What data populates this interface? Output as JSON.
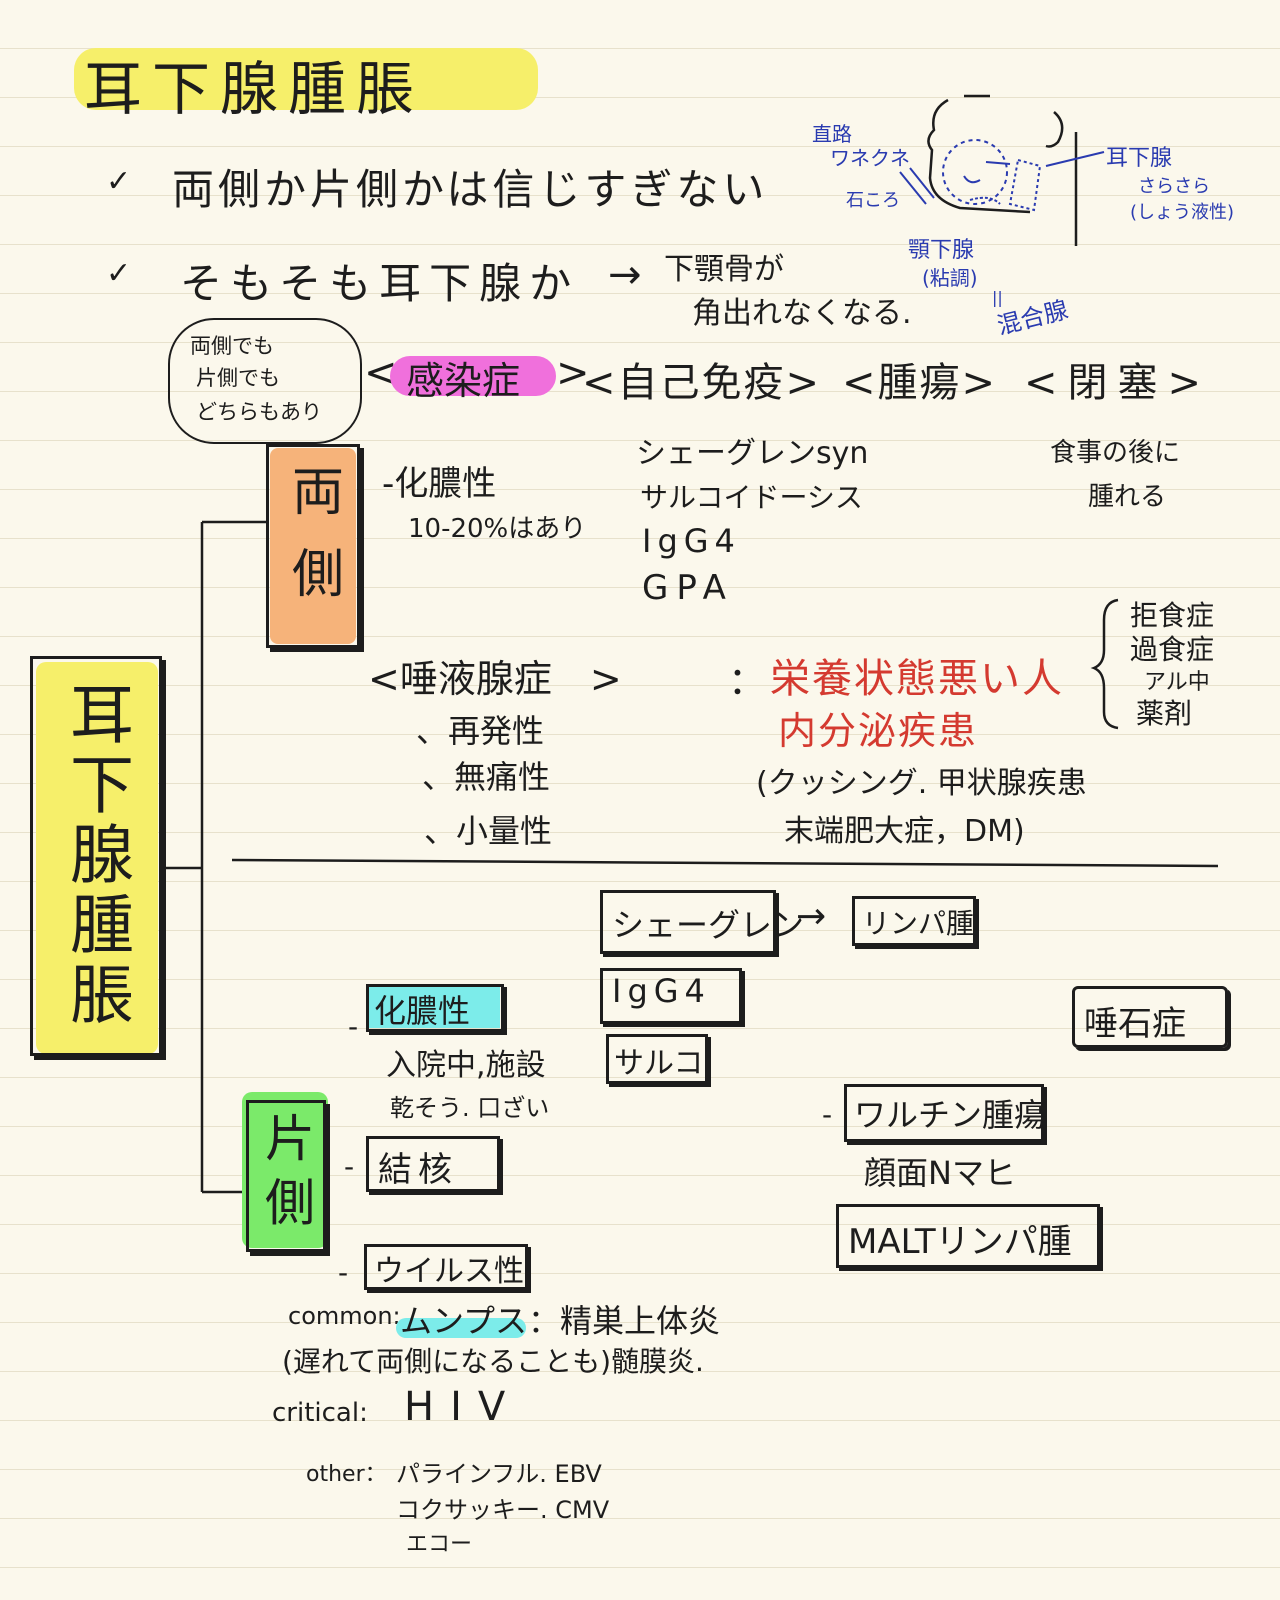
{
  "title": "耳下腺腫脹",
  "checks": [
    {
      "mark": "✓",
      "text": "両側か片側かは信じすぎない"
    },
    {
      "mark": "✓",
      "text": "そもそも耳下腺か"
    }
  ],
  "mandible_arrow": "→",
  "mandible_note": [
    "下顎骨が",
    "角出れなくなる."
  ],
  "diagram": {
    "duct_label": [
      "直路",
      "ワネクネ",
      "石ころ"
    ],
    "parotid_label": [
      "耳下腺",
      "さらさら",
      "(しょう液性)"
    ],
    "submandibular_label": [
      "顎下腺",
      "(粘調)",
      "||",
      "混合腺"
    ]
  },
  "bubble": [
    "両側でも",
    "片側でも",
    "どちらもあり"
  ],
  "categories": [
    "<",
    "感染症",
    ">",
    "<自己免疫>",
    "<腫瘍>",
    "<閉塞>"
  ],
  "main_node": "耳下腺腫脹",
  "bilateral": {
    "label": "両側",
    "suppurative": "-化膿性",
    "suppurative_rate": "10-20%はあり",
    "autoimmune": [
      "シェーグレンsyn",
      "サルコイドーシス",
      "IgG4",
      "GPA"
    ],
    "obstruction": [
      "食事の後に",
      "腫れる"
    ],
    "sialadenosis": "<唾液腺症　>",
    "sialadenosis_features": [
      "、再発性",
      "、無痛性",
      "、小量性"
    ],
    "sialadenosis_colon": "：",
    "causes_red": [
      "栄養状態悪い人",
      "内分泌疾患"
    ],
    "endocrine_detail": [
      "(クッシング. 甲状腺疾患",
      "末端肥大症，DM)"
    ],
    "brace_items": [
      "拒食症",
      "過食症",
      "アル中",
      "薬剤"
    ]
  },
  "unilateral": {
    "label": "片側",
    "suppurative": "化膿性",
    "suppurative_note": [
      "入院中,施設",
      "乾そう. 口ざい"
    ],
    "tb": "結核",
    "viral": "ウイルス性",
    "common_label": "common:",
    "mumps": "ムンプス",
    "mumps_rest": "：精巣上体炎",
    "mumps_note": "(遅れて両側になることも)髄膜炎.",
    "critical_label": "critical:",
    "critical": "HIV",
    "other_label": "other：",
    "other": [
      "パラインフル. EBV",
      "コクサッキー. CMV",
      "エコー"
    ],
    "sjogren": "シェーグレン",
    "sjogren_arrow": "→",
    "lymphoma": "リンパ腫",
    "igg4": "IgG4",
    "sarco": "サルコ",
    "stone": "唾石症",
    "warthin": "ワルチン腫瘍",
    "facial": "顔面Nマヒ",
    "malt": "MALTリンパ腫"
  },
  "colors": {
    "yellow": "#f6ef6a",
    "orange": "#f6b37a",
    "green": "#7bea6a",
    "pink": "#f070dc",
    "cyan": "#7cecea",
    "red": "#d43a30",
    "blue": "#2a3bb0"
  }
}
